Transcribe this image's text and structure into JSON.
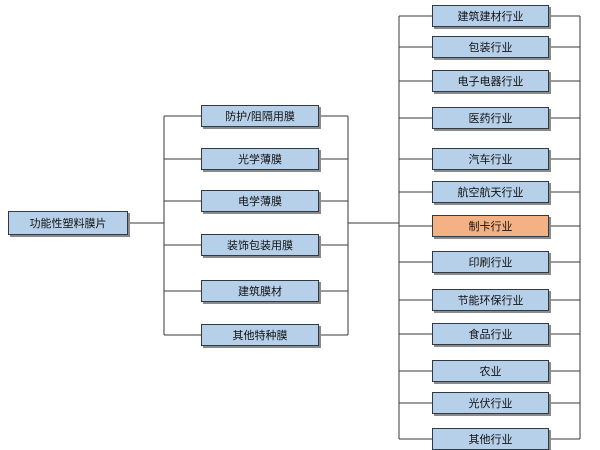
{
  "root": {
    "label": "功能性塑料膜片"
  },
  "level1": [
    {
      "label": "防护/阻隔用膜"
    },
    {
      "label": "光学薄膜"
    },
    {
      "label": "电学薄膜"
    },
    {
      "label": "装饰包装用膜"
    },
    {
      "label": "建筑膜材"
    },
    {
      "label": "其他特种膜"
    }
  ],
  "level2": [
    {
      "label": "建筑建材行业",
      "highlight": false
    },
    {
      "label": "包装行业",
      "highlight": false
    },
    {
      "label": "电子电器行业",
      "highlight": false
    },
    {
      "label": "医药行业",
      "highlight": false
    },
    {
      "label": "汽车行业",
      "highlight": false
    },
    {
      "label": "航空航天行业",
      "highlight": false
    },
    {
      "label": "制卡行业",
      "highlight": true
    },
    {
      "label": "印刷行业",
      "highlight": false
    },
    {
      "label": "节能环保行业",
      "highlight": false
    },
    {
      "label": "食品行业",
      "highlight": false
    },
    {
      "label": "农业",
      "highlight": false
    },
    {
      "label": "光伏行业",
      "highlight": false
    },
    {
      "label": "其他行业",
      "highlight": false
    }
  ],
  "colors": {
    "box_fill": "#b7d0ea",
    "highlight_fill": "#f4b183",
    "border": "#2f3a45",
    "line": "#3a3a3a"
  }
}
